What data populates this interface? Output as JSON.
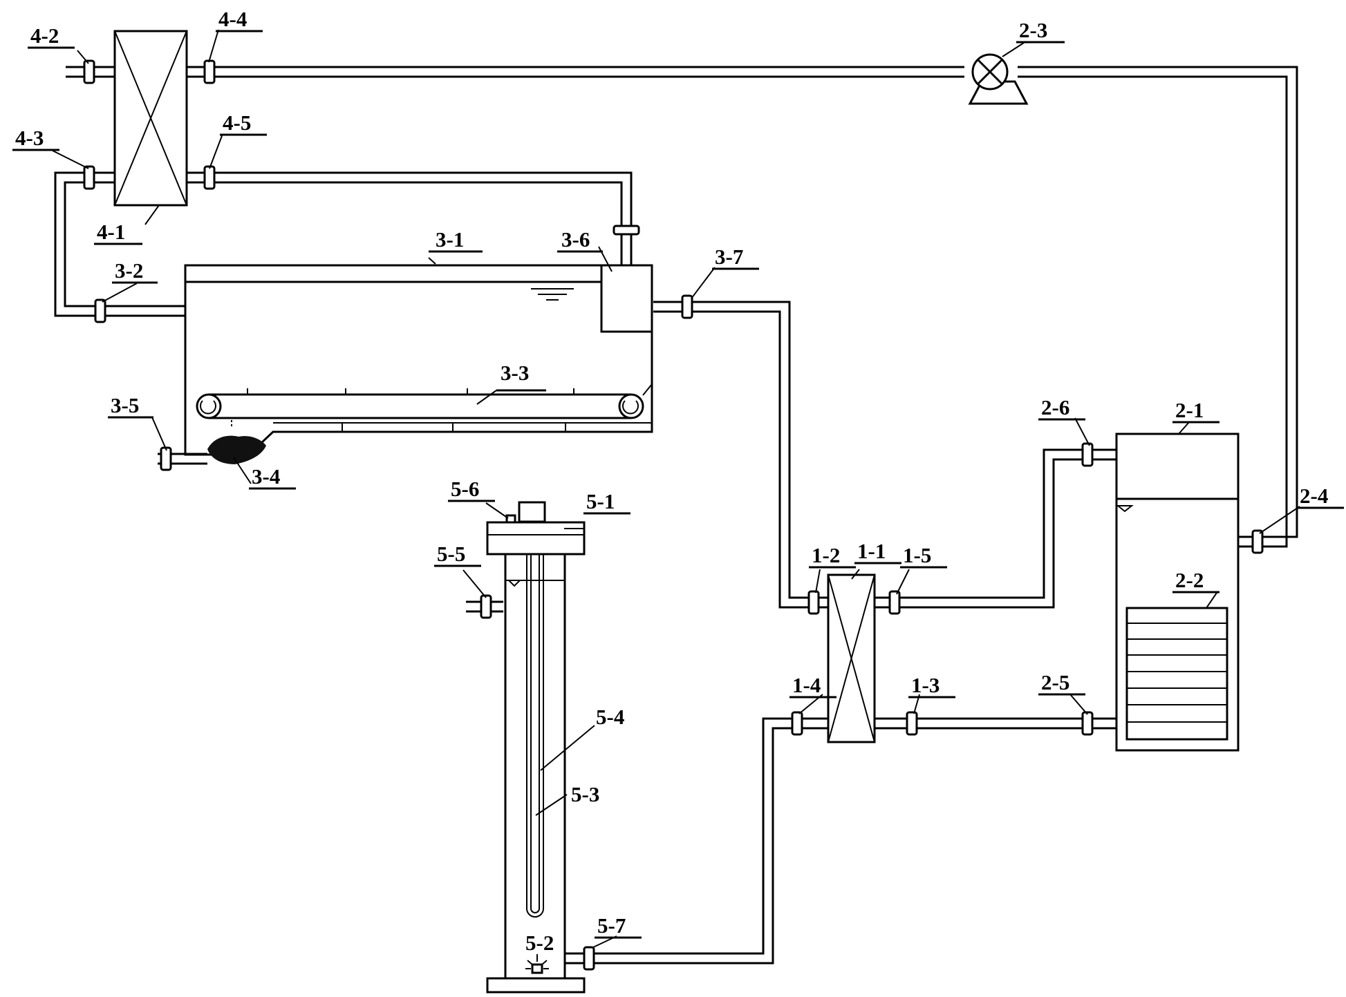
{
  "labels": {
    "l4_2": "4-2",
    "l4_4": "4-4",
    "l4_3": "4-3",
    "l4_5": "4-5",
    "l4_1": "4-1",
    "l2_3": "2-3",
    "l3_1": "3-1",
    "l3_6": "3-6",
    "l3_7": "3-7",
    "l3_2": "3-2",
    "l3_3": "3-3",
    "l3_5": "3-5",
    "l3_4": "3-4",
    "l5_6": "5-6",
    "l5_1": "5-1",
    "l5_5": "5-5",
    "l5_4": "5-4",
    "l5_3": "5-3",
    "l5_2": "5-2",
    "l5_7": "5-7",
    "l1_2": "1-2",
    "l1_1": "1-1",
    "l1_5": "1-5",
    "l1_4": "1-4",
    "l1_3": "1-3",
    "l2_6": "2-6",
    "l2_1": "2-1",
    "l2_4": "2-4",
    "l2_2": "2-2",
    "l2_5": "2-5"
  }
}
